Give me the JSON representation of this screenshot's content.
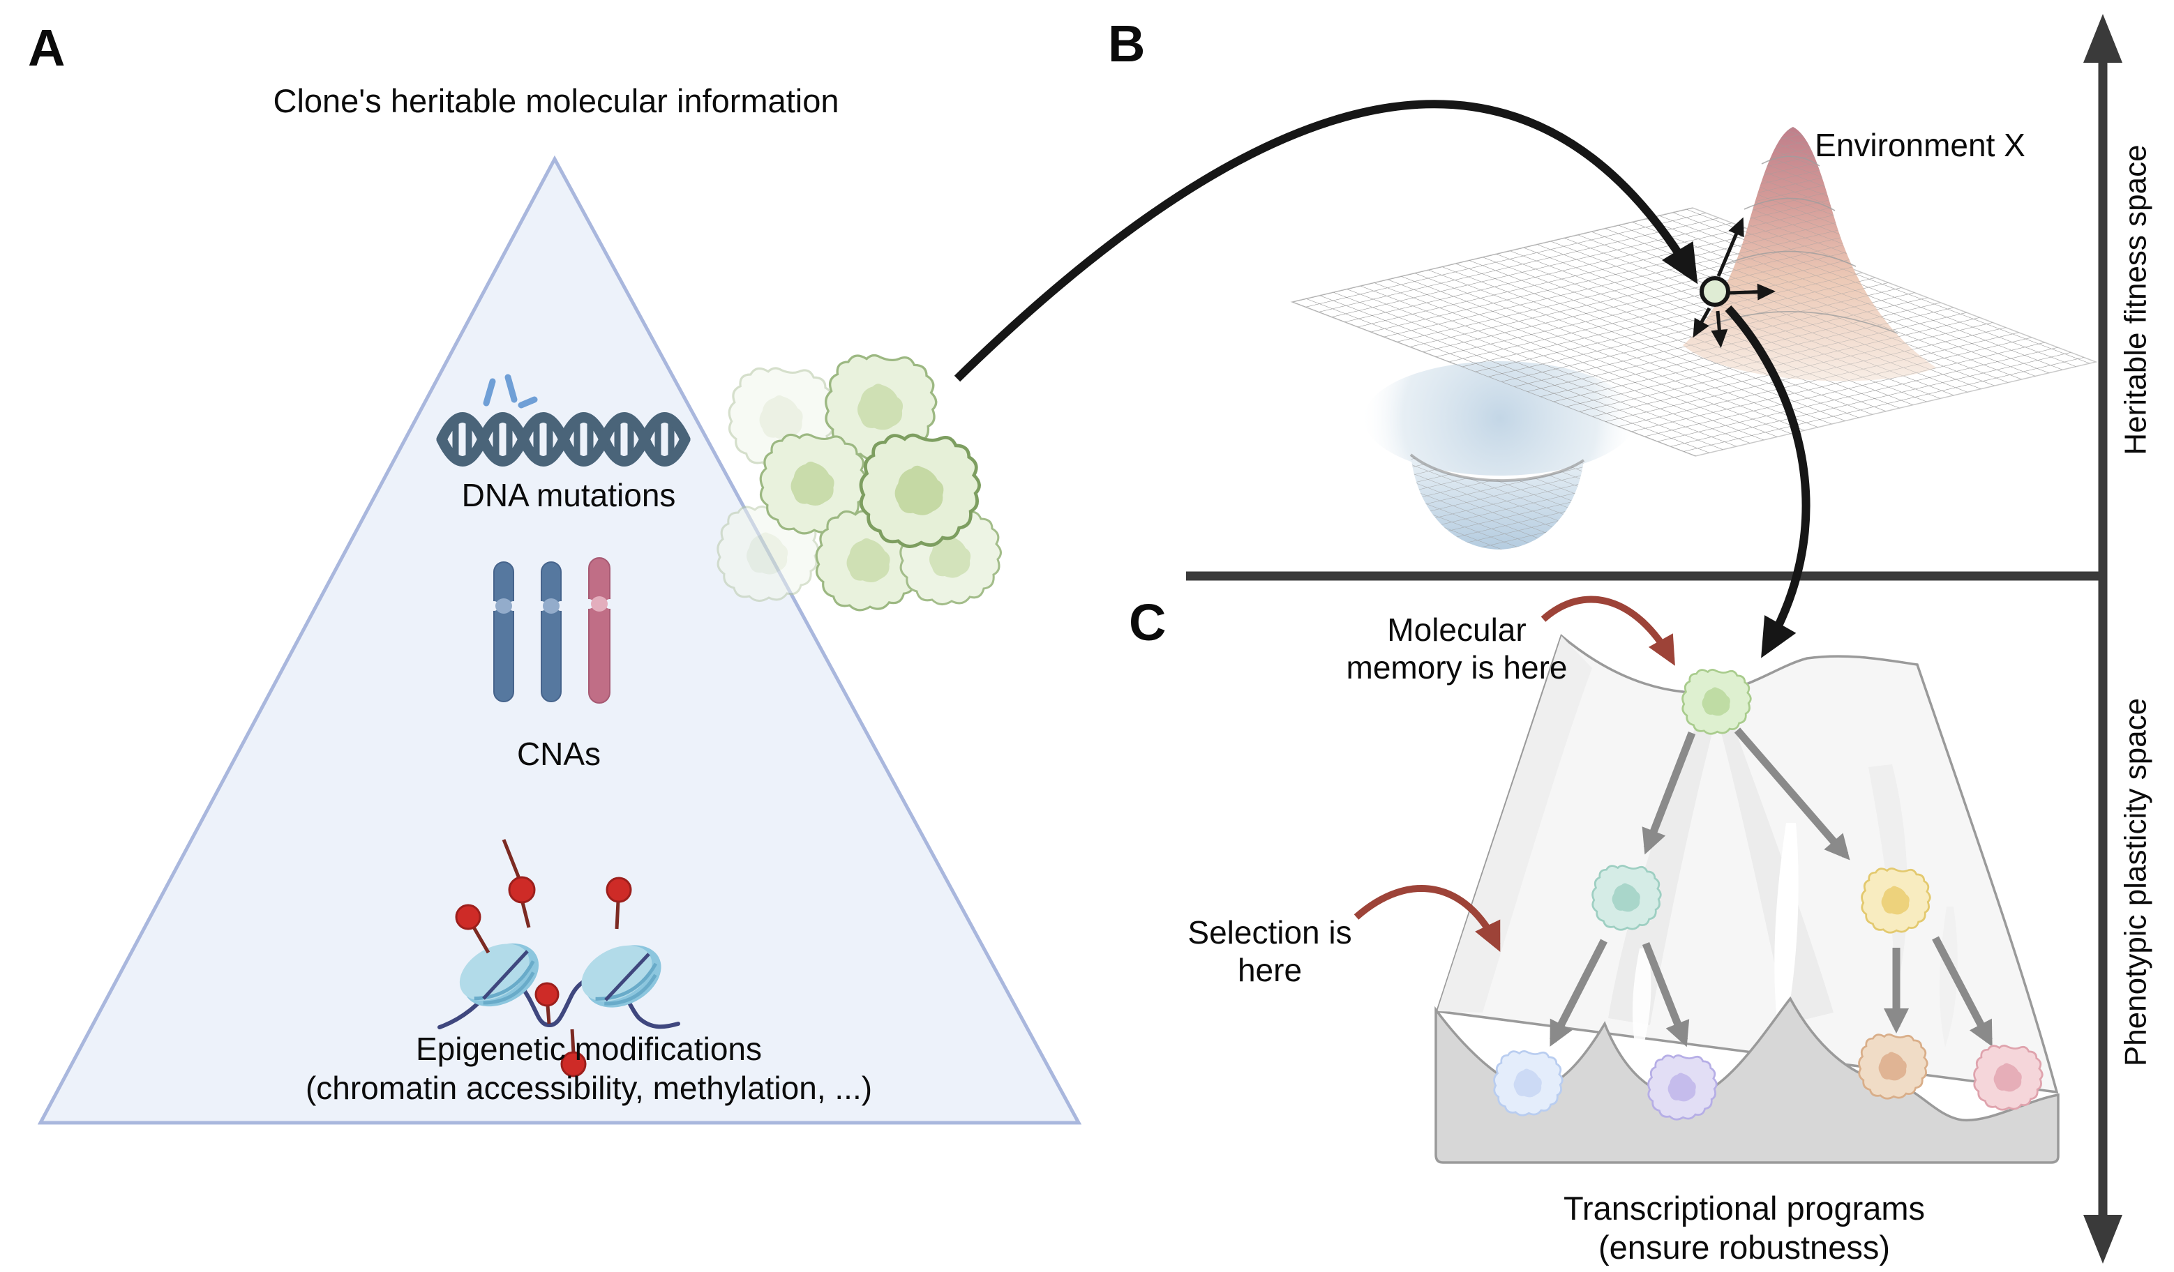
{
  "figure": {
    "panel_a": {
      "label": "A",
      "title": "Clone's heritable molecular information",
      "items": [
        {
          "name": "dna-mutations",
          "label": "DNA mutations"
        },
        {
          "name": "cnas",
          "label": "CNAs"
        },
        {
          "name": "epigenetic-modifications",
          "label": "Epigenetic modifications",
          "sublabel": "(chromatin accessibility, methylation, ...)"
        }
      ]
    },
    "panel_b": {
      "label": "B",
      "environment_label": "Environment X",
      "axis_label": "Heritable fitness space"
    },
    "panel_c": {
      "label": "C",
      "molecular_memory_line1": "Molecular",
      "molecular_memory_line2": "memory is here",
      "selection_line1": "Selection is",
      "selection_line2": "here",
      "caption_line1": "Transcriptional programs",
      "caption_line2": "(ensure robustness)",
      "axis_label": "Phenotypic plasticity space"
    },
    "icons": [
      {
        "name": "dna-icon"
      },
      {
        "name": "chromosomes-icon"
      },
      {
        "name": "nucleosome-icon"
      },
      {
        "name": "cell-cluster-icon"
      },
      {
        "name": "fitness-surface-icon"
      },
      {
        "name": "environment-peak-icon"
      },
      {
        "name": "clone-marker-icon"
      },
      {
        "name": "plasticity-landscape-icon"
      },
      {
        "name": "cell-state-icon"
      }
    ],
    "colors": {
      "triangle_fill": "#edf2fa",
      "triangle_border": "#a9b7dd",
      "dna_strand": "#4a6479",
      "mutation_spark": "#6f9fd6",
      "chromosome_blue": "#56789f",
      "chromosome_pink": "#c06e86",
      "nucleosome_blue": "#9fd2e6",
      "methyl_red": "#ce2b27",
      "dna_string_blue": "#3f477e",
      "clone_cell_fill": "#edf4e4",
      "clone_cell_border": "#94b278",
      "peak_pink": "#c2808b",
      "basin_blue": "#bdd3e6",
      "annotation_arrow_red": "#9d4338",
      "tree_arrow_gray": "#8a8a8a",
      "axis_dark": "#3a3a3a",
      "landscape_block_gray": "#d7d7d7",
      "cell_states": {
        "green": "#def0d0",
        "teal": "#d5ece6",
        "yellow": "#f8ecc0",
        "blue": "#e4edfb",
        "purple": "#e2def5",
        "tan": "#f0dcc6",
        "pink": "#f5d6da"
      }
    }
  }
}
